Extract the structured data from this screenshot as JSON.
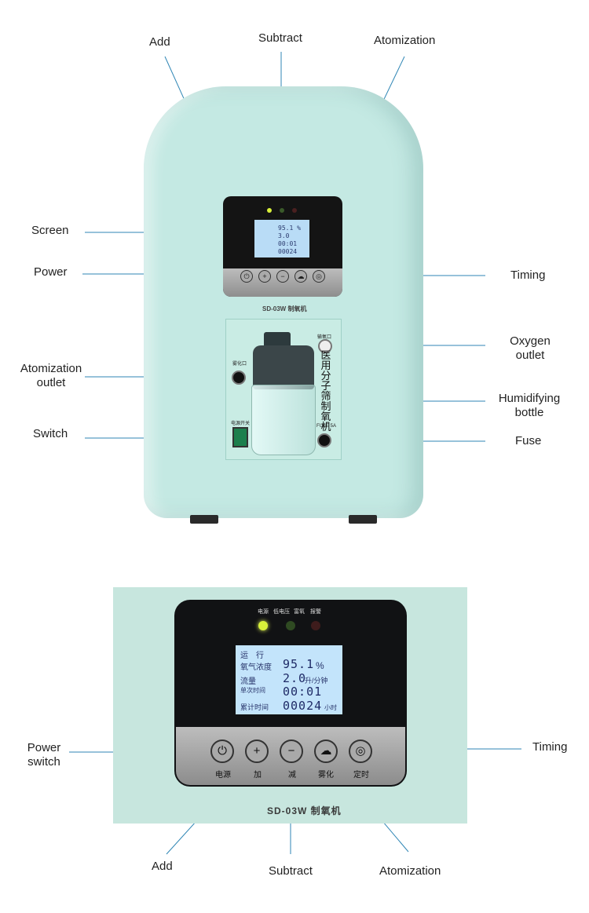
{
  "top_labels": {
    "add": "Add",
    "subtract": "Subtract",
    "atomization": "Atomization",
    "screen": "Screen",
    "power": "Power",
    "timing": "Timing",
    "atomization_outlet": "Atomization outlet",
    "oxygen_outlet": "Oxygen outlet",
    "humidifying_bottle": "Humidifying bottle",
    "switch": "Switch",
    "fuse": "Fuse"
  },
  "bottom_labels": {
    "power_switch": "Power switch",
    "timing": "Timing",
    "add": "Add",
    "subtract": "Subtract",
    "atomization": "Atomization"
  },
  "device": {
    "model": "SD-03W 制氧机",
    "indicators": [
      "电源",
      "低电压",
      "富氧",
      "报警"
    ],
    "lcd": {
      "status": "运　行",
      "concentration_label": "氧气浓度",
      "concentration_value": "95.1",
      "concentration_unit": "%",
      "flow_label": "流量",
      "flow_value": "2.0",
      "flow_unit": "升/分钟",
      "single_time_label": "单次时间",
      "single_time_value": "00:01",
      "total_time_label": "累计时间",
      "total_time_value": "00024",
      "total_time_unit": "小时"
    },
    "buttons": [
      "电源",
      "加",
      "减",
      "雾化",
      "定时"
    ],
    "side_text": "医用分子筛制氧机",
    "oxygen_port_label": "输氧口",
    "atomize_port_label": "雾化口",
    "power_switch_label": "电源开关",
    "fuse_label": "FUSE 5A",
    "top_lcd": {
      "concentration": "95.1 %",
      "flow": "3.0",
      "single_time": "00:01",
      "total_time": "00024"
    },
    "led_colors": {
      "power": "#d8f03a",
      "low_voltage": "#3a5a2a",
      "oxygen_rich": "#3a5a2a",
      "alarm": "#4a2020"
    }
  }
}
